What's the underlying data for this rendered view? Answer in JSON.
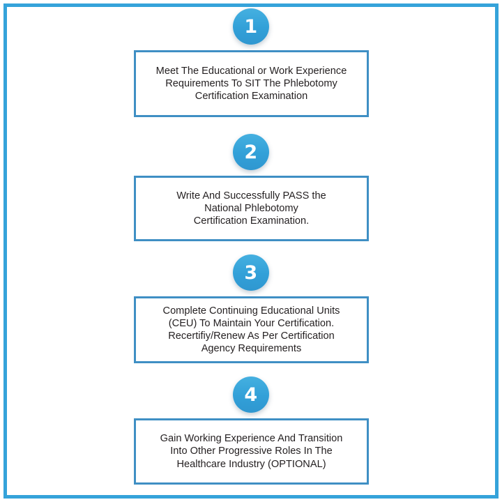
{
  "theme": {
    "frame_color": "#35a3da",
    "badge_color": "#32a0d8",
    "box_border_color": "#3f8fc4",
    "text_color": "#231f20",
    "background_color": "#ffffff"
  },
  "steps": [
    {
      "number": "1",
      "text": "Meet The Educational or Work Experience\nRequirements To SIT The Phlebotomy\nCertification Examination"
    },
    {
      "number": "2",
      "text": "Write And Successfully PASS the\nNational Phlebotomy\nCertification Examination."
    },
    {
      "number": "3",
      "text": "Complete Continuing Educational Units\n(CEU) To Maintain Your Certification.\nRecertifiy/Renew As Per Certification\nAgency Requirements"
    },
    {
      "number": "4",
      "text": "Gain Working Experience And Transition\nInto Other Progressive Roles In The\nHealthcare Industry (OPTIONAL)"
    }
  ]
}
